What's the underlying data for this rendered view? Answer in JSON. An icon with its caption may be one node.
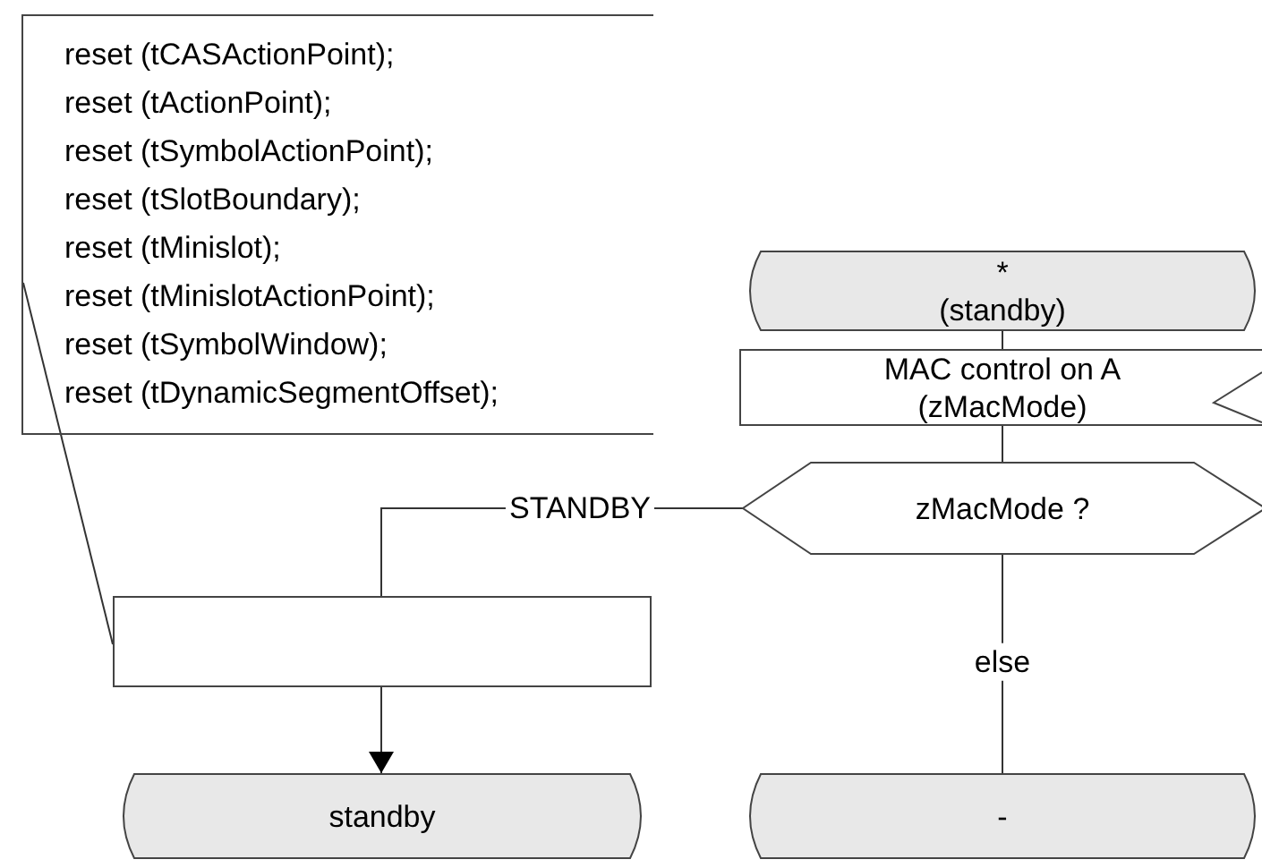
{
  "diagram": {
    "nodes": [
      {
        "text": [
          "reset (tCASActionPoint);",
          "reset (tActionPoint);",
          "reset (tSymbolActionPoint);",
          "reset (tSlotBoundary);",
          "reset (tMinislot);",
          "reset (tMinislotActionPoint);",
          "reset (tSymbolWindow);",
          "reset (tDynamicSegmentOffset);"
        ]
      },
      {
        "text": [
          "*",
          "(standby)"
        ]
      },
      {
        "text": [
          "MAC control on A (zMacMode)"
        ]
      },
      {
        "text": [
          "zMacMode ?"
        ]
      },
      {
        "text": [],
        "shape": "box"
      },
      {
        "text": [
          "standby"
        ]
      },
      {
        "text": [
          "-"
        ]
      }
    ],
    "edges": [
      {
        "from": 0,
        "to": 4,
        "arrow": "none"
      },
      {
        "from": 1,
        "to": 2,
        "arrow": "none"
      },
      {
        "from": 2,
        "to": 3,
        "arrow": "none"
      },
      {
        "from": 3,
        "to": 4,
        "label": "STANDBY",
        "arrow": "none"
      },
      {
        "from": 4,
        "to": 5,
        "arrow": "to"
      },
      {
        "from": 3,
        "to": 6,
        "label": "else",
        "arrow": "none"
      }
    ]
  }
}
